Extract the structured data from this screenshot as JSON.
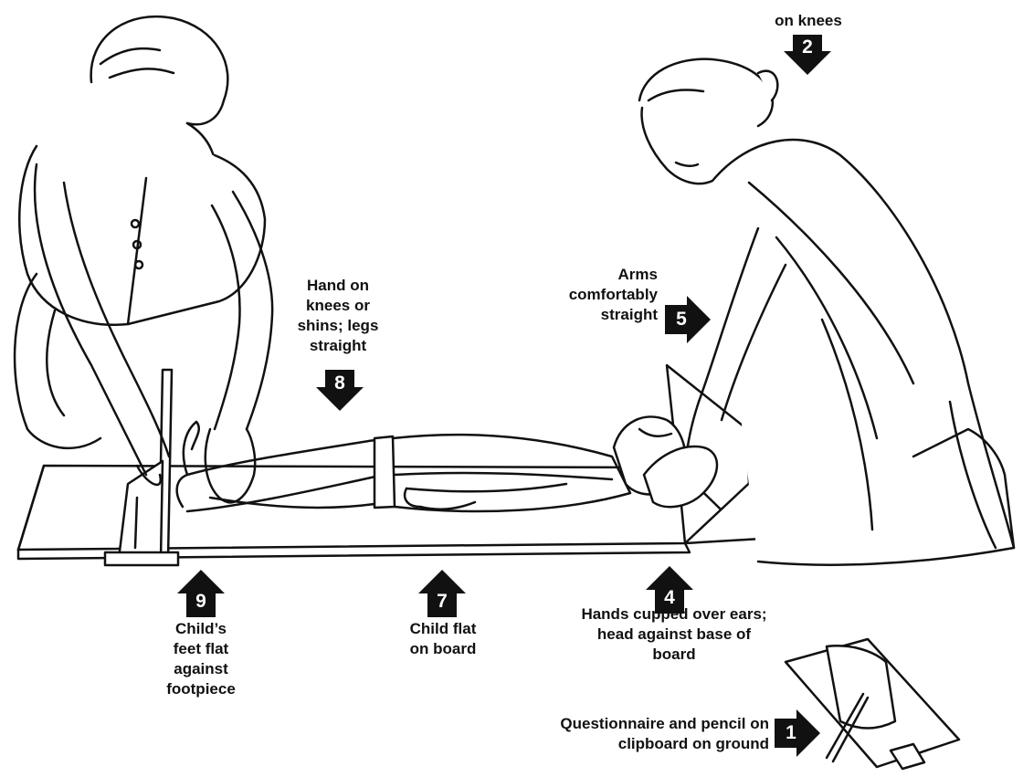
{
  "steps": [
    {
      "number": "1",
      "text_lines": [
        "Questionnaire and pencil on",
        "clipboard on ground"
      ],
      "arrow": "right"
    },
    {
      "number": "2",
      "text_lines": [
        "on knees"
      ],
      "arrow": "down"
    },
    {
      "number": "4",
      "text_lines": [
        "Hands cupped over ears;",
        "head against base of",
        "board"
      ],
      "arrow": "up"
    },
    {
      "number": "5",
      "text_lines": [
        "Arms",
        "comfortably",
        "straight"
      ],
      "arrow": "right"
    },
    {
      "number": "7",
      "text_lines": [
        "Child flat",
        "on board"
      ],
      "arrow": "up"
    },
    {
      "number": "8",
      "text_lines": [
        "Hand on",
        "knees or",
        "shins; legs",
        "straight"
      ],
      "arrow": "down"
    },
    {
      "number": "9",
      "text_lines": [
        "Child’s",
        "feet flat",
        "against",
        "footpiece"
      ],
      "arrow": "up"
    }
  ],
  "figures": [
    "assistant-kneeling",
    "measurer-kneeling",
    "child-lying",
    "measuring-board",
    "clipboard-with-pencil"
  ]
}
